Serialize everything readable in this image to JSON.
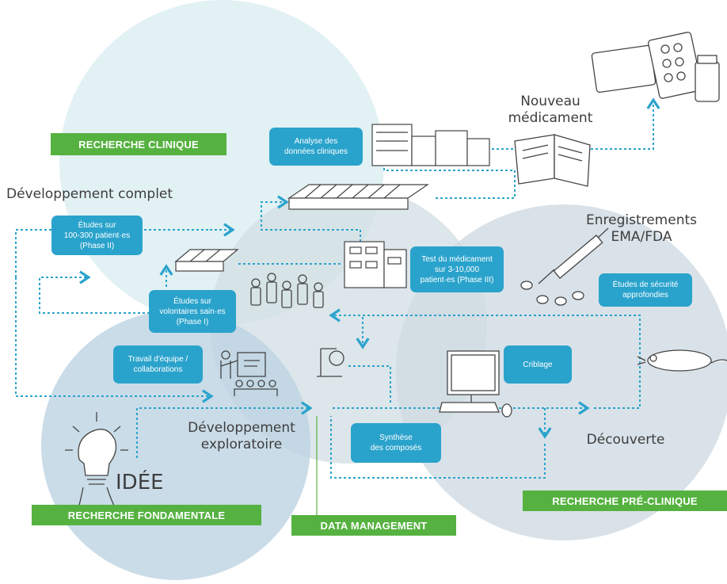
{
  "labels": {
    "clinical": "RECHERCHE CLINIQUE",
    "fundamental": "RECHERCHE FONDAMENTALE",
    "preclinical": "RECHERCHE PRÉ-CLINIQUE",
    "data_management": "DATA MANAGEMENT"
  },
  "stages": {
    "full_dev": "Développement complet",
    "new_drug": "Nouveau\nmédicament",
    "registrations": "Enregistrements\nEMA/FDA",
    "exploratory": "Développement\nexploratoire",
    "discovery": "Découverte",
    "idea": "IDÉE"
  },
  "boxes": {
    "analyse": "Analyse des\ndonnées cliniques",
    "phase2": "Études sur\n100-300 patient·es\n(Phase II)",
    "phase3": "Test du médicament\nsur 3-10,000\npatient·es (Phase III)",
    "phase1": "Études sur\nvolontaires sain·es\n(Phase I)",
    "securite": "Études de sécurité\napprofondies",
    "travail": "Travail d'équipe /\ncollaborations",
    "criblage": "Criblage",
    "synthese": "Synthèse\ndes composés"
  },
  "colors": {
    "box_blue": "#2aa3cc",
    "tag_green": "#56b240",
    "arrow_blue": "#2aa3cc",
    "circle_clinical": "#dceff2",
    "circle_fundamental": "#bdd3e2",
    "circle_preclinical": "#cfdbe2",
    "circle_center": "#d2dde3"
  }
}
